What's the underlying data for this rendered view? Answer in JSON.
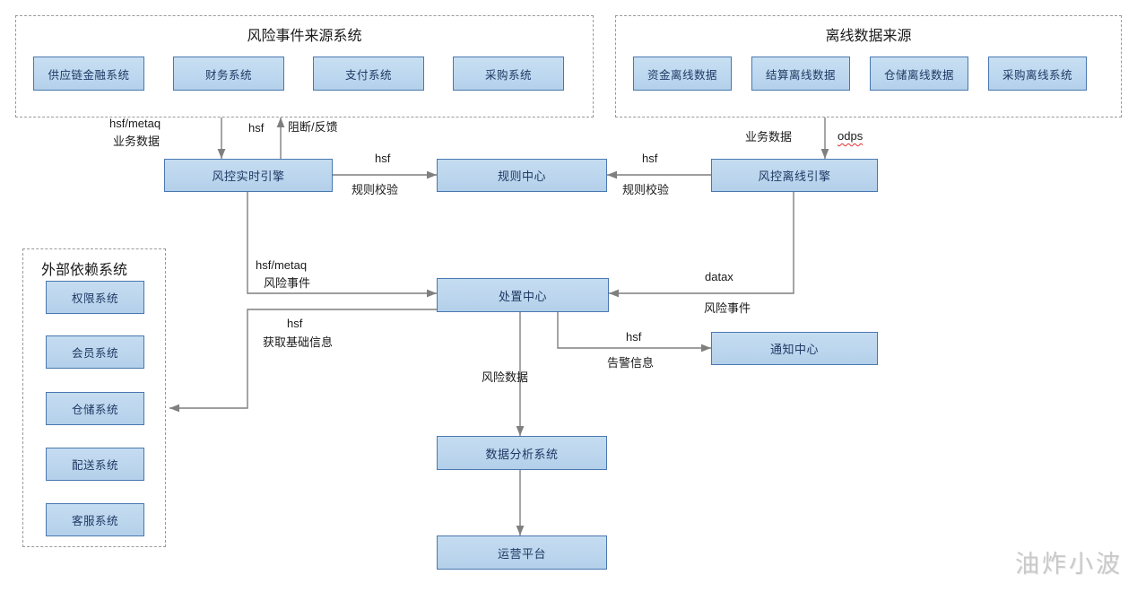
{
  "diagram": {
    "title_watermark": "油炸小波",
    "groups": [
      {
        "id": "risk-event-sources",
        "title": "风险事件来源系统",
        "nodes": [
          {
            "label": "供应链金融系统"
          },
          {
            "label": "财务系统"
          },
          {
            "label": "支付系统"
          },
          {
            "label": "采购系统"
          }
        ]
      },
      {
        "id": "offline-data-sources",
        "title": "离线数据来源",
        "nodes": [
          {
            "label": "资金离线数据"
          },
          {
            "label": "结算离线数据"
          },
          {
            "label": "仓储离线数据"
          },
          {
            "label": "采购离线系统"
          }
        ]
      },
      {
        "id": "external-dependency",
        "title": "外部依赖系统",
        "nodes": [
          {
            "label": "权限系统"
          },
          {
            "label": "会员系统"
          },
          {
            "label": "仓储系统"
          },
          {
            "label": "配送系统"
          },
          {
            "label": "客服系统"
          }
        ]
      }
    ],
    "nodes": [
      {
        "id": "realtime-engine",
        "label": "风控实时引擎"
      },
      {
        "id": "rule-center",
        "label": "规则中心"
      },
      {
        "id": "offline-engine",
        "label": "风控离线引擎"
      },
      {
        "id": "disposal-center",
        "label": "处置中心"
      },
      {
        "id": "notify-center",
        "label": "通知中心"
      },
      {
        "id": "data-analysis",
        "label": "数据分析系统"
      },
      {
        "id": "ops-platform",
        "label": "运营平台"
      }
    ],
    "edge_labels": [
      {
        "id": "src-to-realtime",
        "line1": "hsf/metaq",
        "line2": "业务数据"
      },
      {
        "id": "realtime-to-src-protocol",
        "text": "hsf"
      },
      {
        "id": "realtime-to-src-action",
        "text": "阻断/反馈"
      },
      {
        "id": "realtime-to-rule-protocol",
        "text": "hsf"
      },
      {
        "id": "realtime-to-rule-action",
        "text": "规则校验"
      },
      {
        "id": "offline-to-rule-protocol",
        "text": "hsf"
      },
      {
        "id": "offline-to-rule-action",
        "text": "规则校验"
      },
      {
        "id": "offline-source-business",
        "text": "业务数据"
      },
      {
        "id": "offline-source-odps",
        "text": "odps"
      },
      {
        "id": "realtime-to-disposal-protocol",
        "text": "hsf/metaq"
      },
      {
        "id": "realtime-to-disposal-payload",
        "text": "风险事件"
      },
      {
        "id": "disposal-to-dep-protocol",
        "text": "hsf"
      },
      {
        "id": "disposal-to-dep-action",
        "text": "获取基础信息"
      },
      {
        "id": "offline-to-disposal-protocol",
        "text": "datax"
      },
      {
        "id": "offline-to-disposal-payload",
        "text": "风险事件"
      },
      {
        "id": "disposal-to-notify-protocol",
        "text": "hsf"
      },
      {
        "id": "disposal-to-notify-payload",
        "text": "告警信息"
      },
      {
        "id": "disposal-to-analysis",
        "text": "风险数据"
      }
    ],
    "colors": {
      "node_fill": "#bcd6ee",
      "node_border": "#4978b0",
      "node_text": "#1f3864",
      "group_border": "#9a9a9a",
      "edge_line": "#7f7f7f",
      "label_text": "#1a1a1a",
      "spellcheck_underline": "#e03131",
      "watermark": "#c9c9c9"
    }
  }
}
